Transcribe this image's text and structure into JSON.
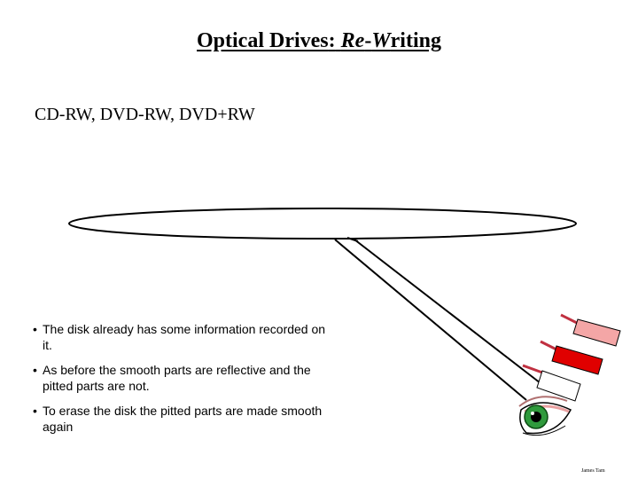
{
  "title": {
    "part1": "Optical Drives",
    "colon": ":",
    "part2a": " ",
    "re": "Re",
    "dash": "-",
    "w": "W",
    "riting": "riting"
  },
  "subtitle": "CD-RW, DVD-RW, DVD+RW",
  "bullets": [
    {
      "marker": "•",
      "text": "The disk already has some information recorded on it."
    },
    {
      "marker": "•",
      "text": "As before the smooth parts are reflective and the pitted parts are not."
    },
    {
      "marker": "•",
      "text": "To erase the disk the pitted parts are made smooth again"
    }
  ],
  "footer": "James Tam",
  "colors": {
    "laser_pink": "#f4a6a6",
    "laser_red": "#e00000",
    "laser_white": "#ffffff",
    "iris": "#2f9a3c"
  },
  "icons": [
    "disk-ellipse",
    "laser-beam",
    "laser-emitter",
    "eye-icon"
  ]
}
